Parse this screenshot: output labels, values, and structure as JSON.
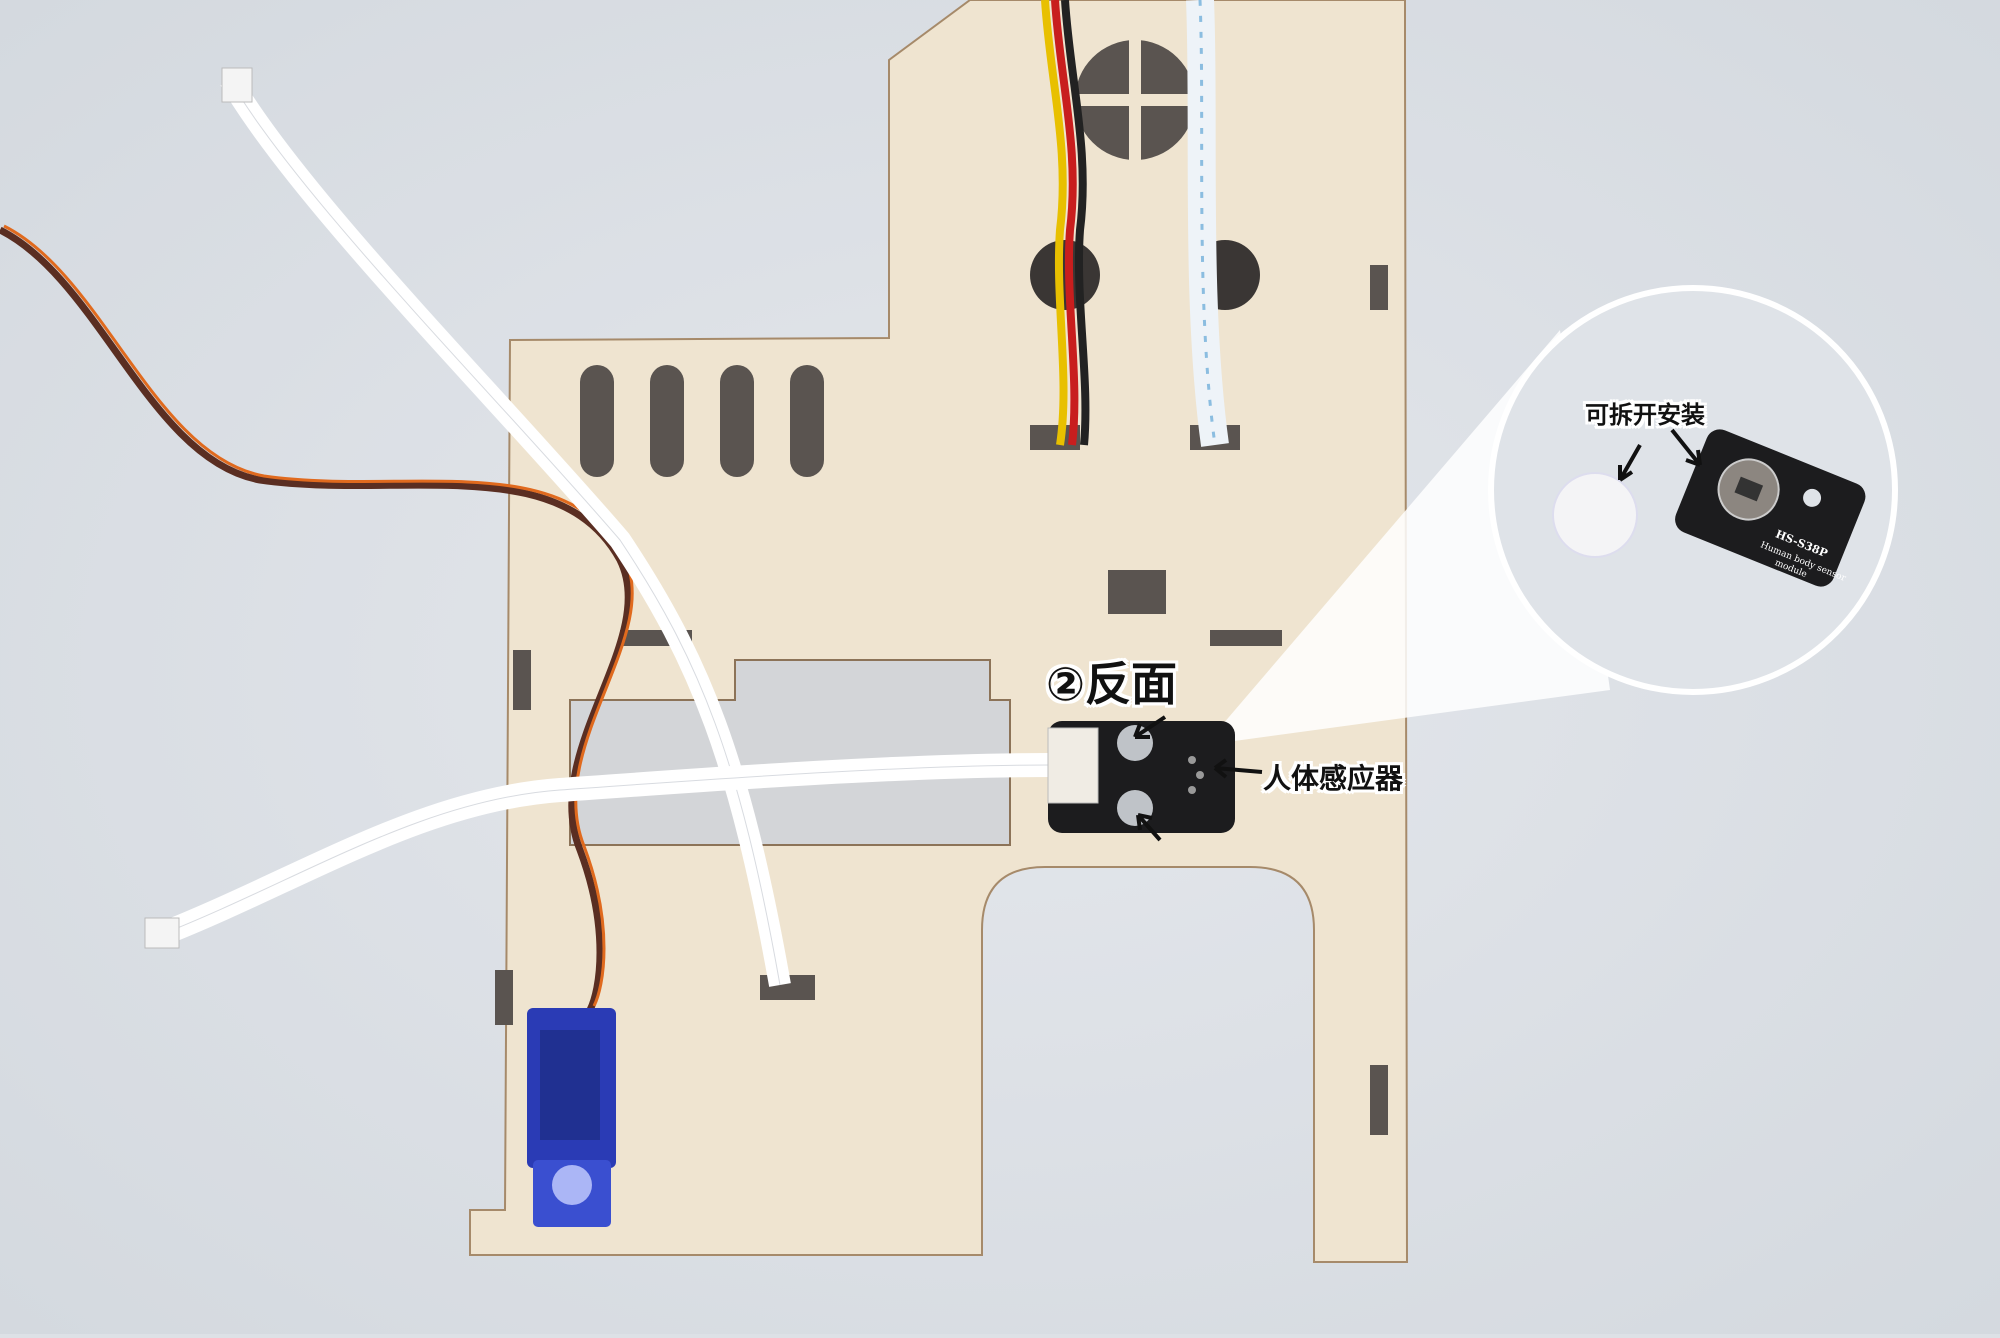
{
  "annotations": {
    "step_label": "②反面",
    "sensor_label": "人体感应器",
    "inset_label": "可拆开安装"
  },
  "module_print": {
    "model": "HS-S38P",
    "name_line1": "Human body sensor",
    "name_line2": "module"
  },
  "colors": {
    "background": "#dde1e6",
    "wood": "#efe4d0",
    "pcb": "#1c1c1e",
    "servo": "#2a3bb5",
    "inset_ring": "#ffffff"
  }
}
